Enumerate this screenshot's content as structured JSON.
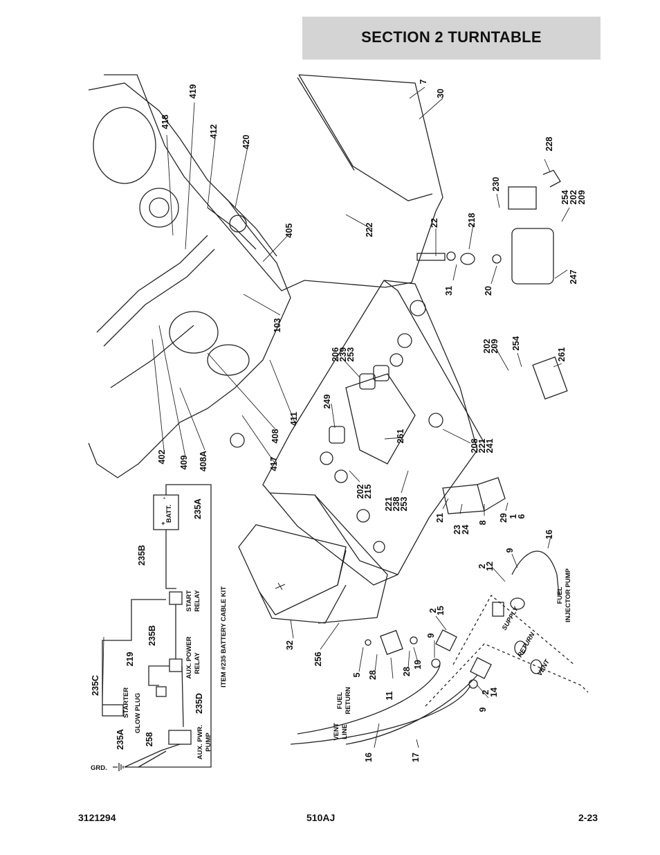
{
  "header": {
    "section_title": "SECTION 2   TURNTABLE"
  },
  "footer": {
    "left": "3121294",
    "center": "510AJ",
    "right": "2-23"
  },
  "schematic": {
    "batt": "BATT.",
    "plus": "+",
    "minus": "-",
    "start_relay": [
      "START",
      "RELAY"
    ],
    "aux_power_relay": [
      "AUX. POWER",
      "RELAY"
    ],
    "starter": "STARTER",
    "glow_plug": "GLOW PLUG",
    "aux_pwr_pump": [
      "AUX. PWR.",
      "PUMP"
    ],
    "grd": "GRD.",
    "kit_title": "ITEM #235 BATTERY CABLE KIT",
    "refs": [
      "235A",
      "235B",
      "235B",
      "219",
      "235C",
      "235D",
      "235A",
      "258"
    ]
  },
  "fuel_labels": {
    "supply": "SUPPLY",
    "return": "RETURN",
    "vent": "VENT",
    "fuel_injector_pump": [
      "FUEL",
      "INJECTOR PUMP"
    ],
    "fuel_return": [
      "FUEL",
      "RETURN"
    ],
    "vent_line": [
      "VENT",
      "LINE"
    ]
  },
  "callouts": [
    "7",
    "30",
    "419",
    "418",
    "412",
    "420",
    "405",
    "222",
    "22",
    "218",
    "230",
    "228",
    "254",
    "202",
    "209",
    "31",
    "20",
    "247",
    "103",
    "206",
    "239",
    "253",
    "202",
    "209",
    "254",
    "261",
    "249",
    "261",
    "411",
    "408",
    "417",
    "208",
    "221",
    "241",
    "402",
    "409",
    "408A",
    "202",
    "215",
    "221",
    "238",
    "253",
    "21",
    "23",
    "24",
    "8",
    "29",
    "1",
    "6",
    "16",
    "2",
    "12",
    "9",
    "32",
    "256",
    "2",
    "15",
    "5",
    "28",
    "11",
    "28",
    "19",
    "9",
    "2",
    "14",
    "9",
    "16",
    "17"
  ]
}
